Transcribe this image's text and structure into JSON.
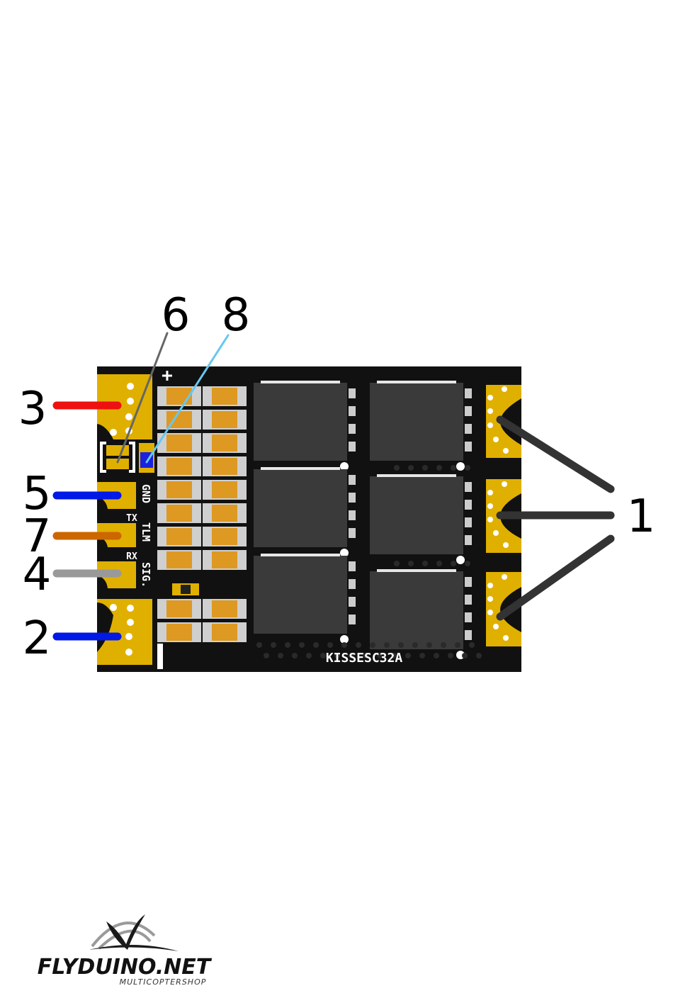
{
  "board": {
    "model_label": "KISSESC32A",
    "pad_labels": {
      "gnd": "GND",
      "tlm": "TLM",
      "sig": "SIG.",
      "tx": "TX",
      "rx": "RX"
    },
    "plus_mark": "+"
  },
  "callouts": [
    {
      "id": "1",
      "label": "1",
      "color": "#333333"
    },
    {
      "id": "2",
      "label": "2",
      "color": "#0019e6"
    },
    {
      "id": "3",
      "label": "3",
      "color": "#ee1111"
    },
    {
      "id": "4",
      "label": "4",
      "color": "#999999"
    },
    {
      "id": "5",
      "label": "5",
      "color": "#0019e6"
    },
    {
      "id": "6",
      "label": "6",
      "color": "#555555"
    },
    {
      "id": "7",
      "label": "7",
      "color": "#cc6600"
    },
    {
      "id": "8",
      "label": "8",
      "color": "#66c8f0"
    }
  ],
  "colors": {
    "pcb": "#111111",
    "gold": "#e0b000",
    "component": "#3a3a3a",
    "cap": "#dd9922"
  },
  "logo": {
    "brand": "FLYDUINO.NET",
    "tagline": "MULTICOPTERSHOP"
  }
}
